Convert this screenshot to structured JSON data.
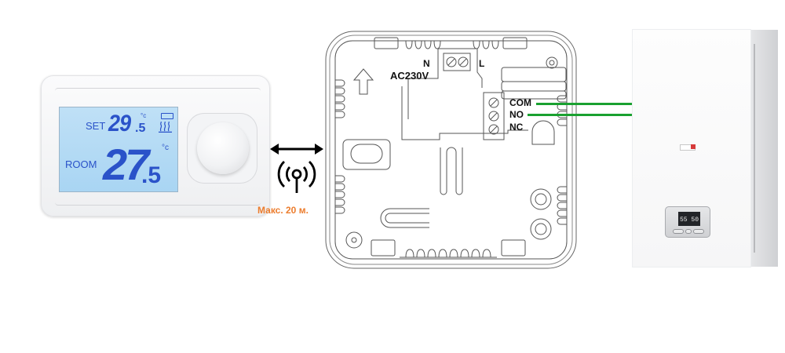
{
  "thermostat": {
    "set_label": "SET",
    "set_value": "29",
    "set_decimal": ".5",
    "set_unit": "°c",
    "heat_icon": "heating-waves-icon",
    "battery_icon": "battery-icon",
    "room_label": "ROOM",
    "room_value": "27",
    "room_decimal": ".5",
    "room_unit": "°c",
    "lcd_color": "#aed7f4",
    "digit_color": "#2a52c9"
  },
  "link": {
    "arrow_icon": "double-arrow-icon",
    "wireless_icon": "wireless-antenna-icon",
    "range_label": "Макс. 20 м.",
    "range_color": "#ec7d2e"
  },
  "receiver": {
    "arrow_icon": "up-arrow-icon",
    "power_label": "AC230V",
    "neutral_label": "N",
    "line_label": "L",
    "terminals": [
      {
        "label": "COM",
        "wired": true
      },
      {
        "label": "NO",
        "wired": true
      },
      {
        "label": "NC",
        "wired": false
      }
    ]
  },
  "boiler": {
    "display_left": "55",
    "display_right": "50"
  },
  "wires": {
    "color": "#1aa130"
  }
}
